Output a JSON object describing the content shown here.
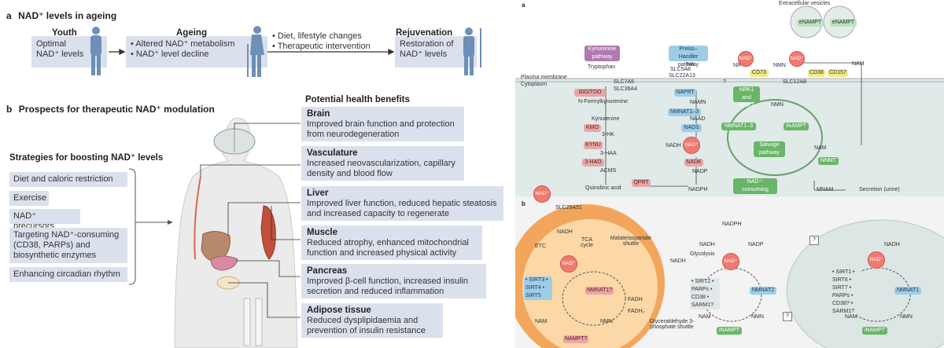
{
  "panel_left": {
    "a": {
      "letter": "a",
      "title": "NAD⁺ levels in ageing",
      "youth": {
        "heading": "Youth",
        "line1": "Optimal",
        "line2": "NAD⁺ levels"
      },
      "ageing": {
        "heading": "Ageing",
        "item1": "• Altered NAD⁺ metabolism",
        "item2": "• NAD⁺ level decline"
      },
      "interventions": {
        "item1": "• Diet, lifestyle changes",
        "item2": "• Therapeutic intervention"
      },
      "rejuvenation": {
        "heading": "Rejuvenation",
        "line1": "Restoration of",
        "line2": "NAD⁺ levels"
      }
    },
    "b": {
      "letter": "b",
      "title": "Prospects for therapeutic NAD⁺ modulation",
      "strategies_title": "Strategies for boosting NAD⁺ levels",
      "strategies": [
        "Diet and caloric restriction",
        "Exercise",
        "NAD⁺ precursors",
        "Targeting NAD⁺-consuming (CD38, PARPs) and biosynthetic enzymes",
        "Enhancing circadian rhythm"
      ],
      "benefits_title": "Potential health benefits",
      "benefits": [
        {
          "title": "Brain",
          "text": "Improved brain function and protection from neurodegeneration"
        },
        {
          "title": "Vasculature",
          "text": "Increased neovascularization, capillary density and blood flow"
        },
        {
          "title": "Liver",
          "text": "Improved liver function, reduced hepatic steatosis and increased capacity to regenerate"
        },
        {
          "title": "Muscle",
          "text": "Reduced atrophy, enhanced mitochondrial function and increased physical activity"
        },
        {
          "title": "Pancreas",
          "text": "Improved β-cell function, increased insulin secretion and reduced inflammation"
        },
        {
          "title": "Adipose tissue",
          "text": "Reduced dysplipidaemia and prevention of insulin resistance"
        }
      ]
    }
  },
  "panel_right": {
    "a": {
      "letter": "a",
      "extracellular": "Extracellular vesicles",
      "enampt": "eNAMPT",
      "kynurenine": "Kynurenine pathway",
      "preiss": "Preiss–Handler pathway",
      "plasma_membrane": "Plasma membrane",
      "cytoplasm": "Cytoplasm",
      "tryptophan": "Tryptophan",
      "slc7a5": "SLC7A5",
      "slc36a4": "SLC36A4",
      "ido_tdo": "IDO/TDO",
      "n_formyl": "N-Formylkynurenine",
      "kynurenine_label": "Kynurenine",
      "kmo": "KMO",
      "three_hk": "3-HK",
      "kynu": "KYNU",
      "three_haa": "3-HAA",
      "three_hao": "3-HAO",
      "acms": "ACMS",
      "quinolinic": "Quinolinic acid",
      "qprt": "QPRT",
      "na": "NA",
      "slc5a8": "SLC5A8",
      "slc22a13": "SLC22A13",
      "naprt": "NAPRT",
      "namn": "NAMN",
      "nmnat13": "NMNAT1–3",
      "naad": "NAAD",
      "nads": "NADS",
      "nadh": "NADH",
      "nad": "NAD⁺",
      "nadk": "NADK",
      "nadp": "NADP",
      "nadph": "NADPH",
      "nr": "NR",
      "nmn": "NMN",
      "cd73": "CD73",
      "nrk": "NRK1 and NRK2",
      "slc12a8": "SLC12A8",
      "q": "?",
      "nam": "NAM",
      "cd38": "CD38",
      "cd157": "CD157",
      "nmnat13b": "NMNAT1–3",
      "inampt": "iNAMPT",
      "salvage": "Salvage pathway",
      "consuming": "NAD⁺-consuming enzymes",
      "nnmt": "NNMT",
      "mnam": "MNAM",
      "secretion": "Secretion (urine)"
    },
    "b": {
      "letter": "b",
      "slc25a51": "SLC25A51",
      "nadh": "NADH",
      "etc": "ETC",
      "tca": "TCA cycle",
      "malate": "Malate/aspartate shuttle",
      "sirts": "• SIRT3 • SIRT4 • SIRT5",
      "nmnat17": "NMNAT1?",
      "fadh": "FADH",
      "fadh2": "FADH₂",
      "g3p": "Glyceraldehyde 3-phosphate shuttle",
      "nam": "NAM",
      "nmn": "NMN",
      "nampt": "NAMPT?",
      "nadph": "NADPH",
      "nadp": "NADP",
      "glycolysis": "Glycolysis",
      "cyto_consumers": "• SIRT2 • PARPs • CD38 • SARM1?",
      "nmnat2": "NMNAT2",
      "inampt": "iNAMPT",
      "nuc_consumers": "• SIRT1 • SIRT6 • SIRT7 • PARPs • CD38? • SARM1?",
      "nmnat1": "NMNAT1",
      "q": "?"
    }
  }
}
